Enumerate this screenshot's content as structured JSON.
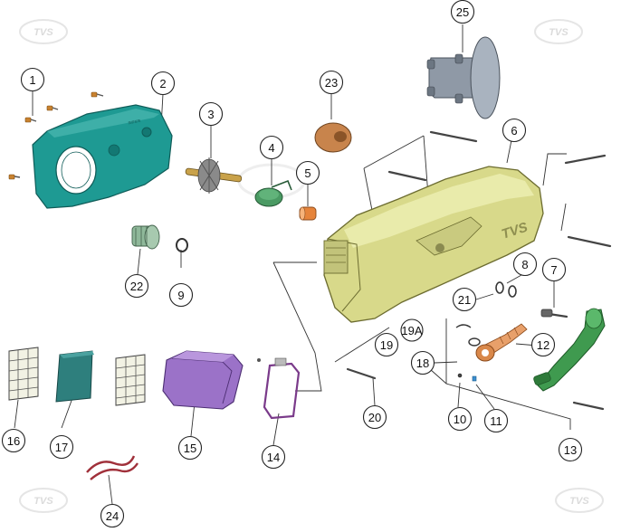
{
  "watermark": {
    "logo_text": "TVS"
  },
  "callouts": [
    {
      "id": "1",
      "label": "1"
    },
    {
      "id": "2",
      "label": "2"
    },
    {
      "id": "3",
      "label": "3"
    },
    {
      "id": "4",
      "label": "4"
    },
    {
      "id": "5",
      "label": "5"
    },
    {
      "id": "6",
      "label": "6"
    },
    {
      "id": "7",
      "label": "7"
    },
    {
      "id": "8",
      "label": "8"
    },
    {
      "id": "9",
      "label": "9"
    },
    {
      "id": "10",
      "label": "10"
    },
    {
      "id": "11",
      "label": "11"
    },
    {
      "id": "12",
      "label": "12"
    },
    {
      "id": "13",
      "label": "13"
    },
    {
      "id": "14",
      "label": "14"
    },
    {
      "id": "15",
      "label": "15"
    },
    {
      "id": "16",
      "label": "16"
    },
    {
      "id": "17",
      "label": "17"
    },
    {
      "id": "18",
      "label": "18"
    },
    {
      "id": "19",
      "label": "19"
    },
    {
      "id": "19A",
      "label": "19A"
    },
    {
      "id": "20",
      "label": "20"
    },
    {
      "id": "21",
      "label": "21"
    },
    {
      "id": "22",
      "label": "22"
    },
    {
      "id": "23",
      "label": "23"
    },
    {
      "id": "24",
      "label": "24"
    },
    {
      "id": "25",
      "label": "25"
    }
  ],
  "cover_mark": "TVS",
  "colors": {
    "inner_cover": "#1e9a93",
    "outer_cover": "#d8d98a",
    "collar": "#c8844c",
    "spring_green": "#4a9a63",
    "pinion": "#8fb89a",
    "kick_lever": "#3f9a4f",
    "kick_gear": "#d9884a",
    "filter_block": "#2e7f7d",
    "filter_box": "#9b72c8",
    "gasket": "#7a3a8a",
    "hose": "#a0303a",
    "duct": "#8f99a6"
  }
}
